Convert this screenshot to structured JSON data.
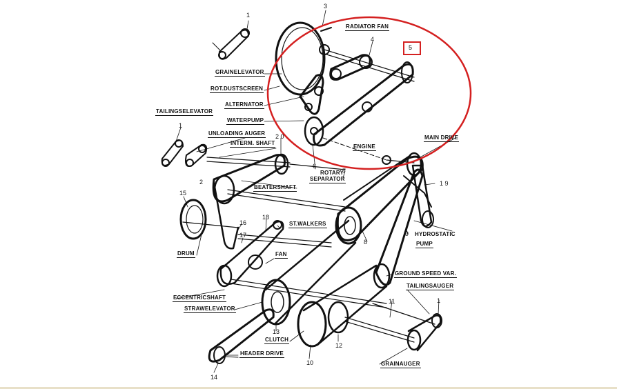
{
  "labels": {
    "grain_elevator": "GRAINELEVATOR",
    "rot_dustscreen": "ROT.DUSTSCREEN",
    "alternator": "ALTERNATOR",
    "waterpump": "WATERPUMP",
    "tailings_elevator": "TAILINGSELEVATOR",
    "unloading_auger": "UNLOADING AUGER",
    "interm_shaft": "INTERM. SHAFT",
    "radiator_fan": "RADIATOR FAN",
    "engine": "ENGINE",
    "main_drive": "MAIN DRIVE",
    "rotary": "ROTARY",
    "separator": "SEPARATOR",
    "beatershaft": "BEATERSHAFT",
    "st_walkers": "ST.WALKERS",
    "drum": "DRUM",
    "fan": "FAN",
    "hydrostatic": "HYDROSTATIC",
    "pump": "PUMP",
    "ground_speed_var": "GROUND SPEED VAR.",
    "tailings_auger": "TAILINGSAUGER",
    "eccentric_shaft": "ECCENTRICSHAFT",
    "straw_elevator": "STRAWELEVATOR",
    "clutch": "CLUTCH",
    "header_drive": "HEADER DRIVE",
    "grain_auger": "GRAINAUGER"
  },
  "numbers": {
    "n1_top": "1",
    "n3": "3",
    "n4": "4",
    "n5": "5",
    "n1_tail": "1",
    "n20": "2 0",
    "n6": "6",
    "n7": "7",
    "n2": "2",
    "n15": "15",
    "n19": "1 9",
    "n18": "18",
    "n16": "16",
    "n17": "17",
    "n9": "9",
    "n8": "8",
    "n11": "11",
    "n1_right": "1",
    "n13": "13",
    "n12": "12",
    "n10": "10",
    "n14": "14"
  },
  "highlight": {
    "color": "#d42020",
    "target_number": "5"
  }
}
